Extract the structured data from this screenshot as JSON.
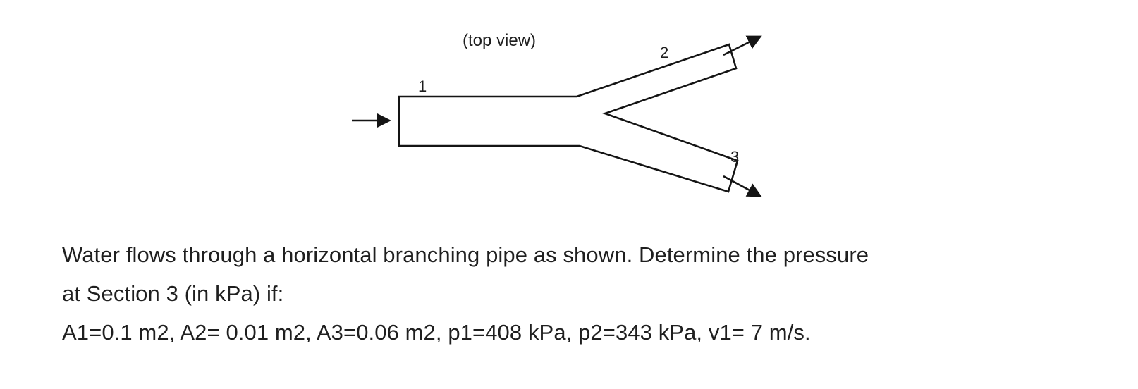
{
  "diagram": {
    "caption": "(top view)",
    "labels": {
      "section1": "1",
      "section2": "2",
      "section3": "3"
    }
  },
  "problem": {
    "lines": [
      "Water flows through a horizontal branching pipe as shown. Determine the pressure",
      "at Section 3 (in kPa) if:",
      "A1=0.1 m2, A2= 0.01 m2, A3=0.06 m2, p1=408 kPa, p2=343 kPa, v1= 7 m/s."
    ]
  },
  "colors": {
    "ink": "#1d1d1d",
    "background": "#ffffff"
  }
}
